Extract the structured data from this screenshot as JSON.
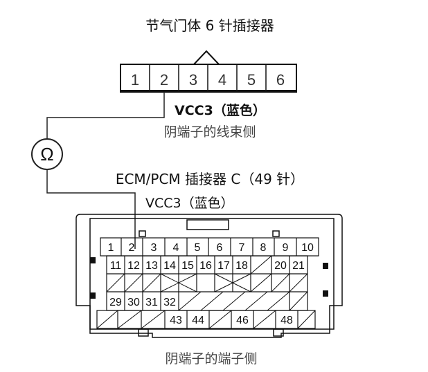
{
  "throttle_connector": {
    "title": "节气门体 6 针插接器",
    "pins": [
      "1",
      "2",
      "3",
      "4",
      "5",
      "6"
    ],
    "wire_label": "VCC3（蓝色）",
    "caption": "阴端子的线束侧"
  },
  "meter": {
    "symbol": "Ω"
  },
  "ecm_connector": {
    "title": "ECM/PCM 插接器 C（49 针）",
    "wire_label": "VCC3（蓝色）",
    "row1": [
      "1",
      "2",
      "3",
      "4",
      "5",
      "6",
      "7",
      "8",
      "9",
      "10"
    ],
    "row2": [
      "11",
      "12",
      "13",
      "14",
      "15",
      "16",
      "17",
      "18",
      "20",
      "21"
    ],
    "row4": [
      "29",
      "30",
      "31",
      "32"
    ],
    "row5": [
      "43",
      "44",
      "46",
      "48"
    ],
    "caption": "阴端子的端子侧"
  }
}
